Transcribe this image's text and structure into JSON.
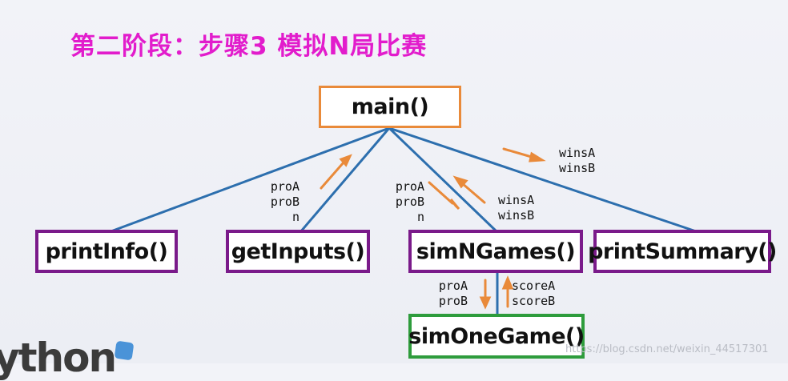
{
  "title": "第二阶段：步骤3 模拟N局比赛",
  "colors": {
    "title": "#e21ccc",
    "edge": "#2d6fae",
    "arrow": "#e98a3a",
    "border_main": "#e98a3a",
    "border_sub": "#7a1a8a",
    "border_leaf": "#2e9c3c"
  },
  "nodes": {
    "main": "main()",
    "printInfo": "printInfo()",
    "getInputs": "getInputs()",
    "simNGames": "simNGames()",
    "printSummary": "printSummary()",
    "simOneGame": "simOneGame()"
  },
  "edges": [
    {
      "from": "main",
      "to": "printInfo"
    },
    {
      "from": "main",
      "to": "getInputs"
    },
    {
      "from": "main",
      "to": "simNGames"
    },
    {
      "from": "main",
      "to": "printSummary"
    },
    {
      "from": "simNGames",
      "to": "simOneGame"
    }
  ],
  "labels": {
    "getInputs_return": "proA\nproB\nn",
    "simNGames_args": "proA\nproB\nn",
    "simNGames_return": "winsA\nwinsB",
    "printSummary_args": "winsA\nwinsB",
    "simOneGame_args": "proA\nproB",
    "simOneGame_return": "scoreA\nscoreB"
  },
  "logo_text": "ython",
  "watermark": "https://blog.csdn.net/weixin_44517301"
}
